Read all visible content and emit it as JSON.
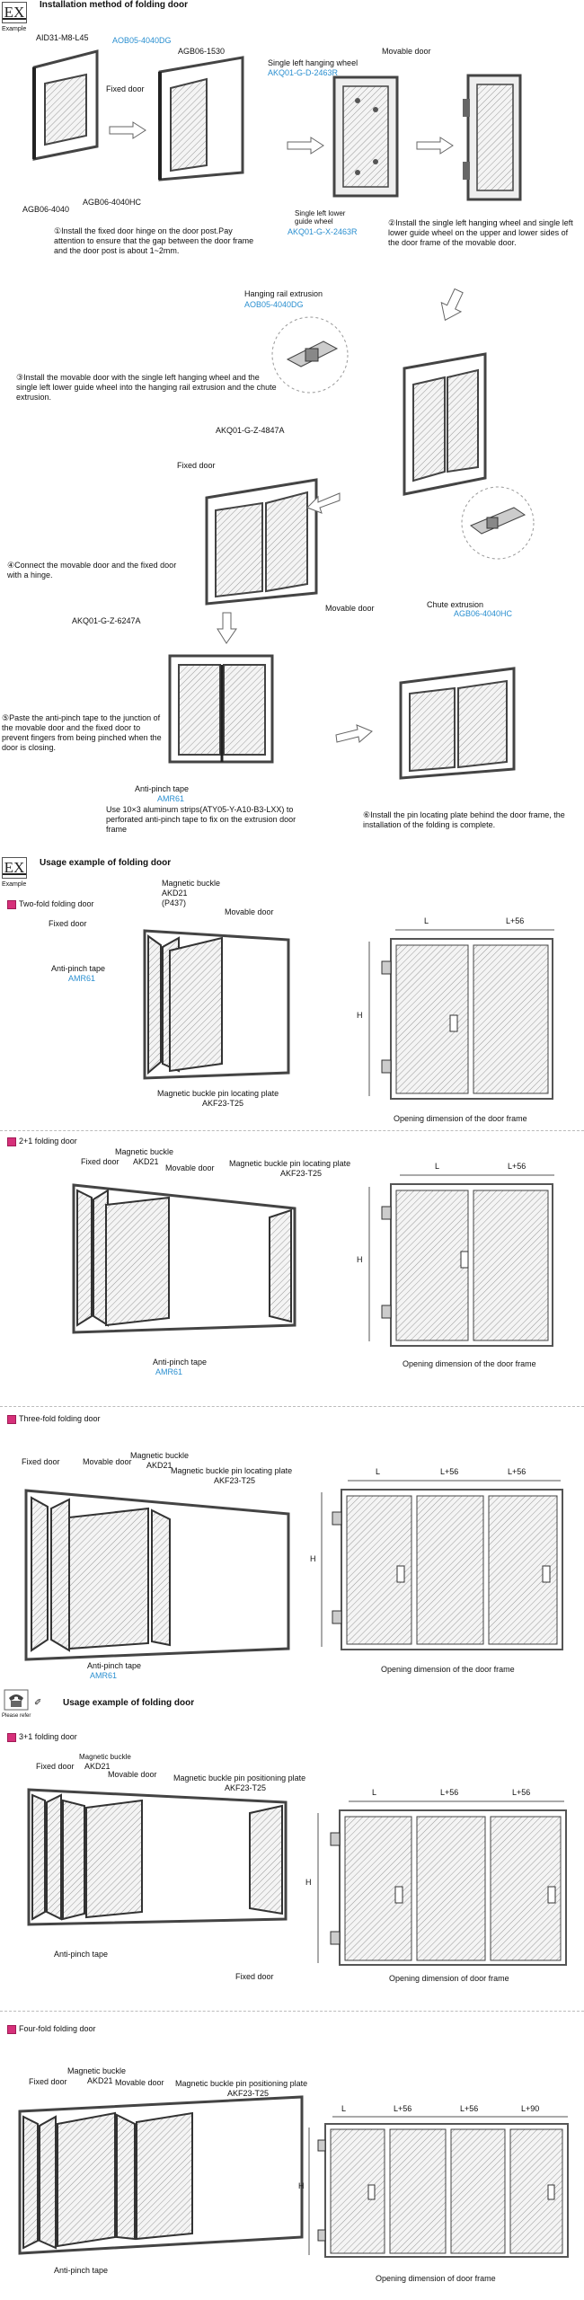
{
  "section1": {
    "ex_mark": "EX",
    "ex_caption": "Example",
    "title": "Installation method of folding door",
    "labels": {
      "aid31": "AID31-M8-L45",
      "aob05": "AOB05-4040DG",
      "agb06_1530": "AGB06-1530",
      "fixed_door": "Fixed door",
      "agb06_4040": "AGB06-4040",
      "agb06_4040hc": "AGB06-4040HC",
      "single_left_hanging_wheel": "Single left hanging wheel",
      "akq01_d": "AKQ01-G-D-2463R",
      "movable_door": "Movable door",
      "single_left_lower": "Single left lower",
      "guide_wheel": "guide wheel",
      "akq01_x": "AKQ01-G-X-2463R"
    },
    "step1": "①Install the fixed door hinge on the door post.Pay attention to ensure that the gap between the door frame and the door post is about 1~2mm.",
    "step2": "②Install the single left hanging wheel and single left lower guide wheel on the upper and lower sides of the door frame of the movable door.",
    "hanging_rail": "Hanging rail extrusion",
    "hanging_rail_code": "AOB05-4040DG",
    "step3": "③Install the movable door with the single left hanging wheel and the single left lower guide wheel into the hanging rail extrusion and the chute extrusion.",
    "akq01_4847": "AKQ01-G-Z-4847A",
    "fixed_door2": "Fixed door",
    "step4": "④Connect the movable door and the fixed door with a hinge.",
    "akq01_6247": "AKQ01-G-Z-6247A",
    "movable_door2": "Movable door",
    "chute": "Chute extrusion",
    "chute_code": "AGB06-4040HC",
    "step5": "⑤Paste the anti-pinch tape to the junction of the movable door and the fixed door to prevent fingers from being pinched when the door is closing.",
    "anti_pinch": "Anti-pinch tape",
    "anti_pinch_code": "AMR61",
    "aluminum_note": "Use 10×3 aluminum strips(ATY05-Y-A10-B3-LXX) to perforated anti-pinch tape to fix on the extrusion door frame",
    "step6": "⑥Install the pin locating plate behind the door frame, the installation of the folding is complete."
  },
  "section2": {
    "ex_mark": "EX",
    "ex_caption": "Example",
    "title": "Usage example of folding door",
    "two_fold": {
      "heading": "Two-fold folding door",
      "magnetic_buckle": "Magnetic buckle",
      "akd21": "AKD21",
      "p437": "(P437)",
      "movable_door": "Movable door",
      "fixed_door": "Fixed door",
      "anti_pinch": "Anti-pinch tape",
      "amr61": "AMR61",
      "pin_plate": "Magnetic buckle pin locating plate",
      "akf23": "AKF23-T25",
      "dim_l": "L",
      "dim_l56": "L+56",
      "dim_h": "H",
      "opening": "Opening dimension of the door frame"
    },
    "two_plus_one": {
      "heading": "2+1 folding door",
      "magnetic_buckle": "Magnetic buckle",
      "akd21": "AKD21",
      "fixed_door": "Fixed door",
      "movable_door": "Movable door",
      "pin_plate": "Magnetic buckle pin locating plate",
      "akf23": "AKF23-T25",
      "anti_pinch": "Anti-pinch tape",
      "amr61": "AMR61",
      "dim_l": "L",
      "dim_l56": "L+56",
      "dim_h": "H",
      "opening": "Opening dimension of the door frame"
    },
    "three_fold": {
      "heading": "Three-fold folding door",
      "magnetic_buckle": "Magnetic buckle",
      "akd21": "AKD21",
      "fixed_door": "Fixed door",
      "movable_door": "Movable door",
      "pin_plate": "Magnetic buckle pin locating plate",
      "akf23": "AKF23-T25",
      "anti_pinch": "Anti-pinch tape",
      "amr61": "AMR61",
      "dim_l": "L",
      "dim_l56a": "L+56",
      "dim_l56b": "L+56",
      "dim_h": "H",
      "opening": "Opening dimension of the door frame"
    }
  },
  "section3": {
    "note_caption": "Please refer",
    "title": "Usage example of folding door",
    "three_plus_one": {
      "heading": "3+1 folding door",
      "magnetic_buckle": "Magnetic buckle",
      "akd21": "AKD21",
      "fixed_door": "Fixed door",
      "movable_door": "Movable door",
      "pin_plate": "Magnetic buckle pin positioning plate",
      "akf23": "AKF23-T25",
      "anti_pinch": "Anti-pinch tape",
      "fixed_door2": "Fixed door",
      "dim_l": "L",
      "dim_l56a": "L+56",
      "dim_l56b": "L+56",
      "dim_h": "H",
      "opening": "Opening dimension of door frame"
    },
    "four_fold": {
      "heading": "Four-fold folding door",
      "magnetic_buckle": "Magnetic buckle",
      "akd21": "AKD21",
      "fixed_door": "Fixed door",
      "movable_door": "Movable door",
      "pin_plate": "Magnetic buckle pin positioning plate",
      "akf23": "AKF23-T25",
      "anti_pinch": "Anti-pinch tape",
      "dim_l": "L",
      "dim_l56a": "L+56",
      "dim_l56b": "L+56",
      "dim_l90": "L+90",
      "dim_h": "H",
      "opening": "Opening dimension of door frame"
    }
  },
  "colors": {
    "accent_blue": "#2a8fd0",
    "badge_pink": "#d6307a",
    "frame_gray": "#555555"
  }
}
